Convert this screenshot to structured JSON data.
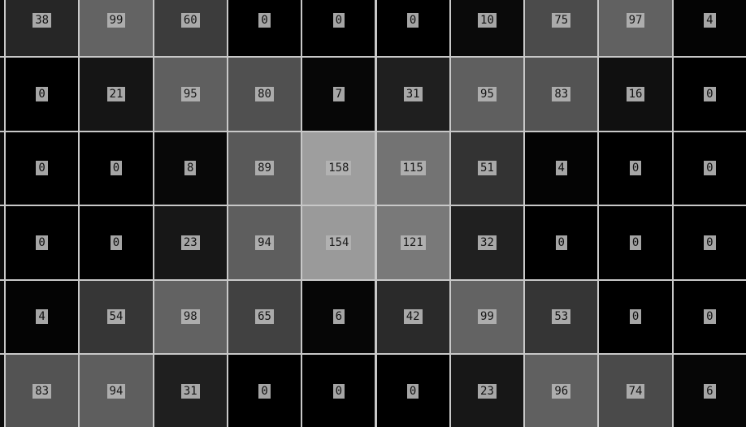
{
  "palette": {
    "grid_line": "#c8c8c8",
    "label_bg": "#b4b4b4",
    "label_text": "#111111"
  },
  "matrix": {
    "rows": [
      [
        "38",
        "99",
        "60",
        "0",
        "0",
        "0",
        "10",
        "75",
        "97",
        "4"
      ],
      [
        "0",
        "21",
        "95",
        "80",
        "7",
        "31",
        "95",
        "83",
        "16",
        "0"
      ],
      [
        "0",
        "0",
        "8",
        "89",
        "158",
        "115",
        "51",
        "4",
        "0",
        "0"
      ],
      [
        "0",
        "0",
        "23",
        "94",
        "154",
        "121",
        "32",
        "0",
        "0",
        "0"
      ],
      [
        "4",
        "54",
        "98",
        "65",
        "6",
        "42",
        "99",
        "53",
        "0",
        "0"
      ],
      [
        "83",
        "94",
        "31",
        "0",
        "0",
        "0",
        "23",
        "96",
        "74",
        "6"
      ]
    ]
  }
}
